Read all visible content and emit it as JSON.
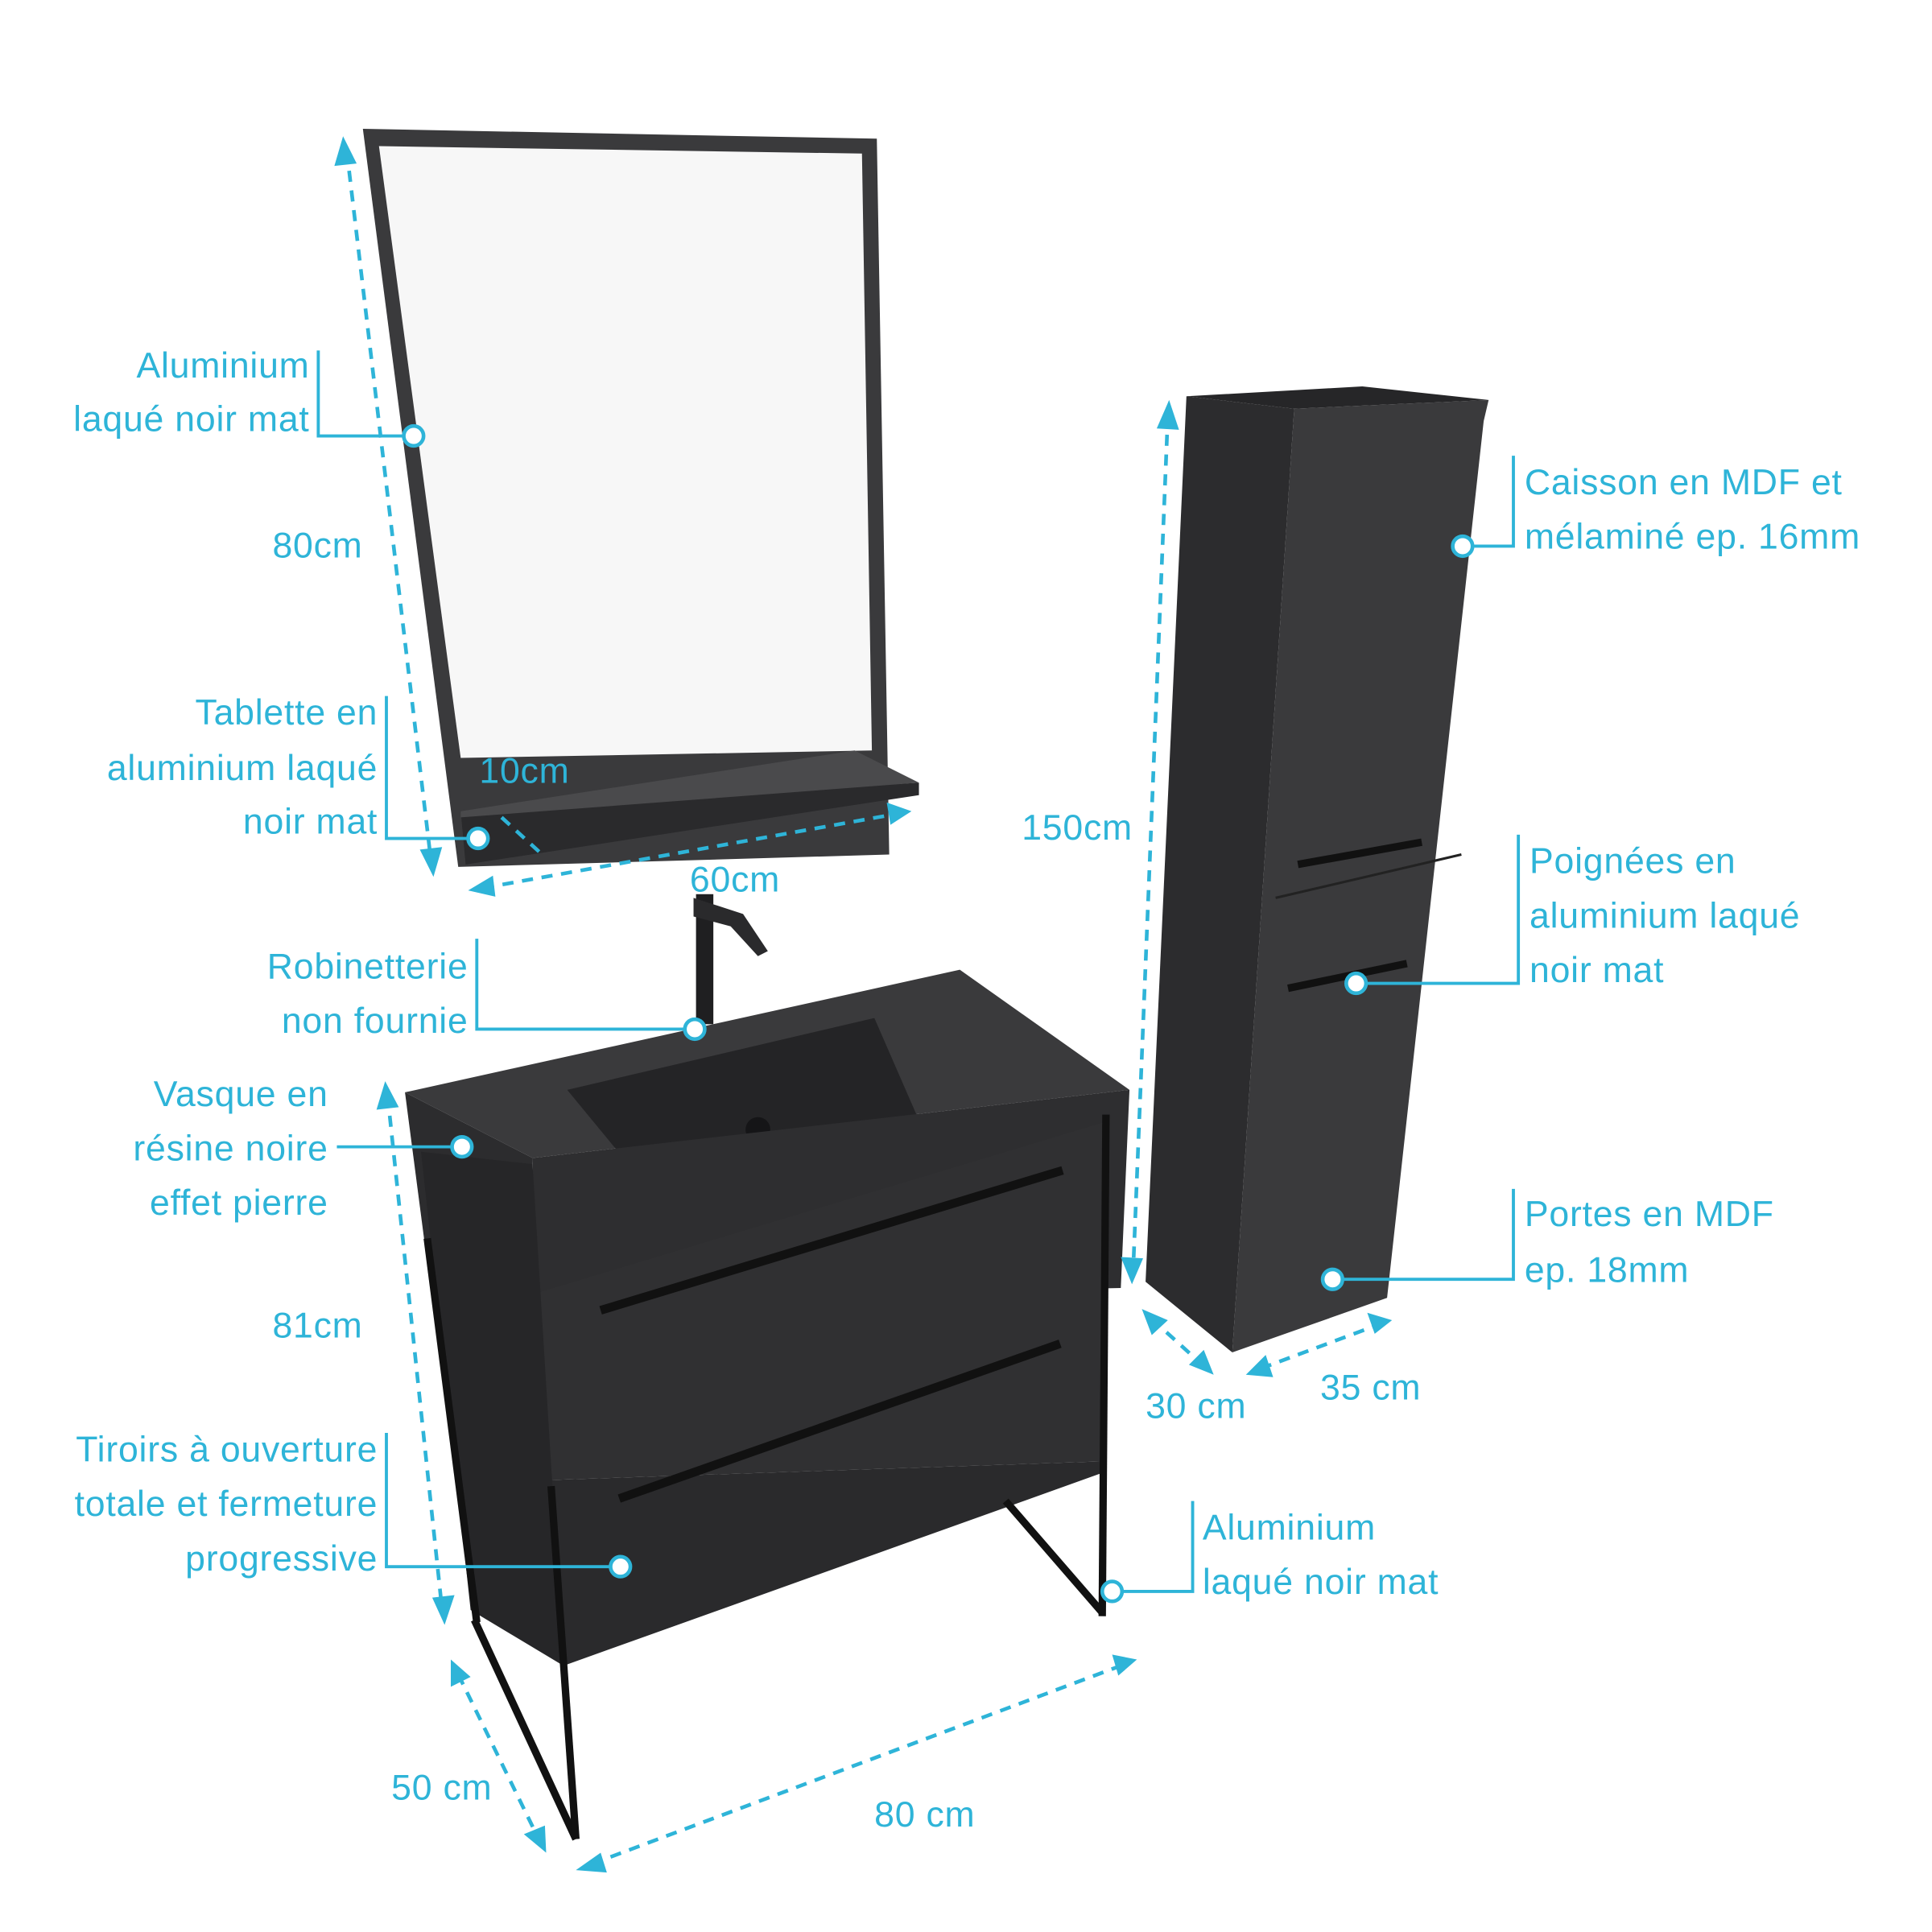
{
  "accent_color": "#2eb4d8",
  "furniture_color": "#2f2f31",
  "labels": {
    "mirror_frame": [
      "Aluminium",
      "laqué noir mat"
    ],
    "shelf": [
      "Tablette en",
      "aluminium laqué",
      "noir mat"
    ],
    "faucet": [
      "Robinetterie",
      "non fournie"
    ],
    "basin": [
      "Vasque en",
      "résine noire",
      "effet pierre"
    ],
    "drawers": [
      "Tiroirs à ouverture",
      "totale et fermeture",
      "progressive"
    ],
    "column_body": [
      "Caisson en MDF et",
      "mélaminé ep. 16mm"
    ],
    "handles": [
      "Poignées en",
      "aluminium laqué",
      "noir mat"
    ],
    "doors": [
      "Portes en MDF",
      "ep. 18mm"
    ],
    "legs": [
      "Aluminium",
      "laqué noir mat"
    ]
  },
  "dimensions": {
    "mirror_height": "80cm",
    "shelf_depth": "10cm",
    "mirror_width": "60cm",
    "vanity_height": "81cm",
    "vanity_depth": "50 cm",
    "vanity_width": "80 cm",
    "column_height": "150cm",
    "column_depth": "30 cm",
    "column_width": "35 cm"
  }
}
